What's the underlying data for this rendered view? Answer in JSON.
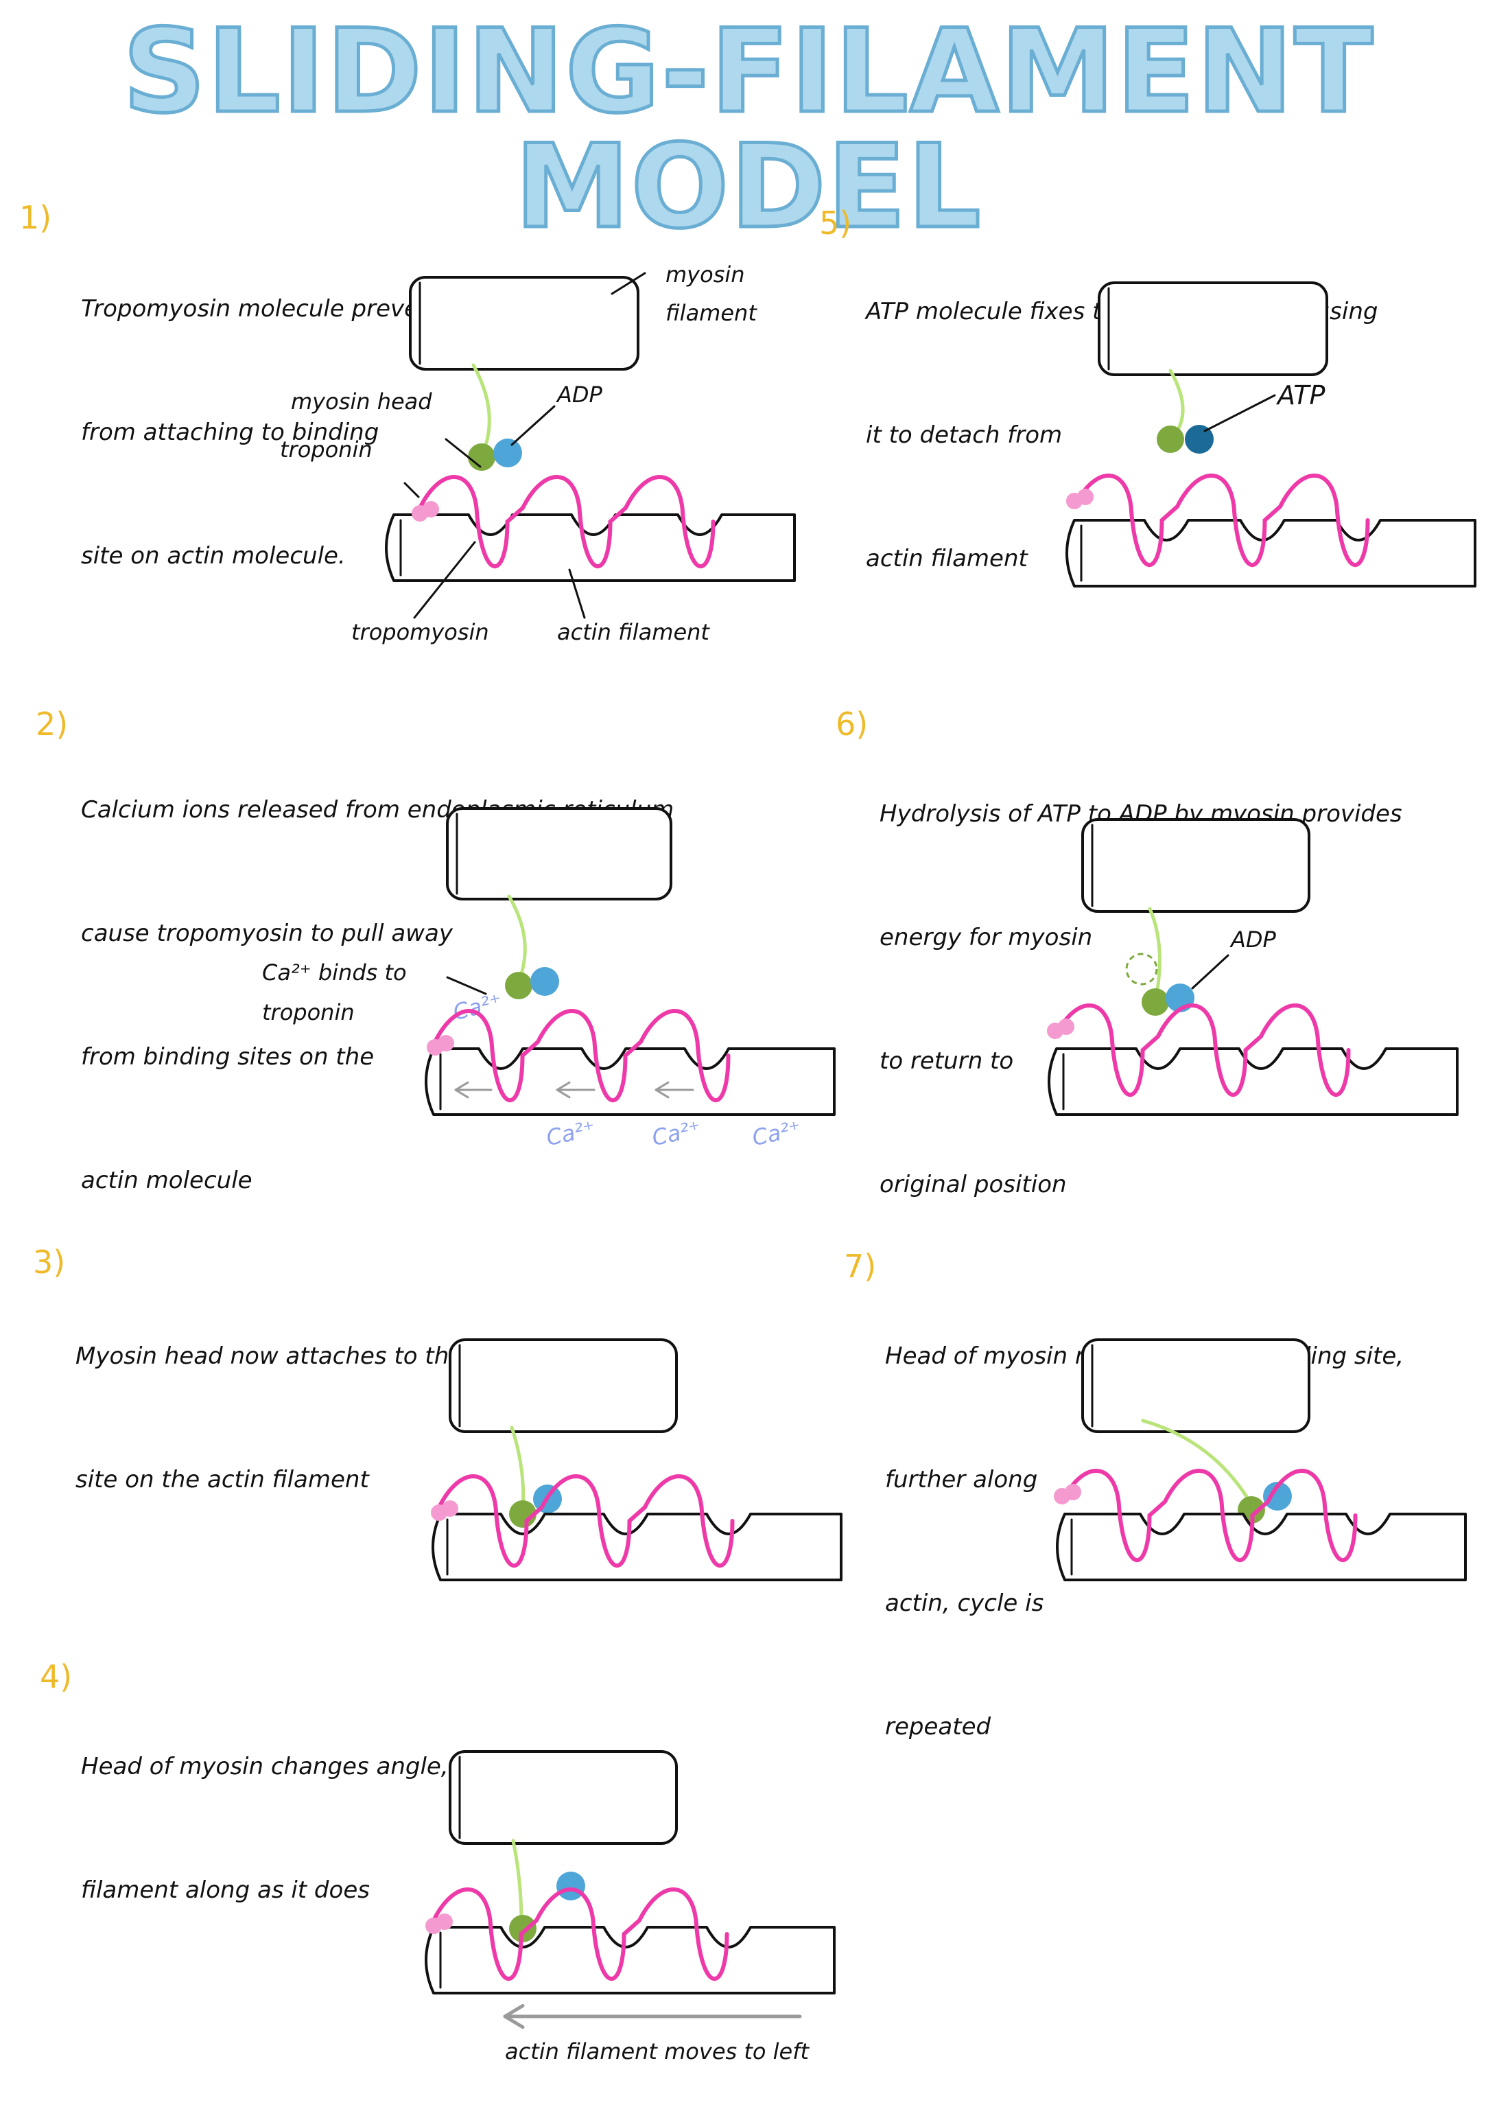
{
  "title": "SLIDING-FILAMENT MODEL",
  "colors": {
    "title_fill": "#aed8ee",
    "title_outline": "#6aaed3",
    "step_number": "#efba2a",
    "tropomyosin": "#ee3aa9",
    "troponin": "#f49ad0",
    "myosin_head": "#7ea93e",
    "myosin_neck": "#b9e47a",
    "adp": "#4ea5d8",
    "atp": "#1b6a97",
    "calcium": "#8da1f0",
    "arrow": "#9a9a9a"
  },
  "steps": [
    {
      "number": "1)",
      "text_lines": [
        "Tropomyosin molecule prevents myosin head",
        "from attaching to binding",
        "site on actin molecule."
      ]
    },
    {
      "number": "2)",
      "text_lines": [
        "Calcium ions released from endoplasmic reticulum",
        "cause tropomyosin to pull away",
        "from binding sites on the",
        "actin molecule"
      ]
    },
    {
      "number": "3)",
      "text_lines": [
        "Myosin head now attaches to the binding",
        "site on the actin filament"
      ]
    },
    {
      "number": "4)",
      "text_lines": [
        "Head of myosin changes angle, moving actin",
        "filament along as it does"
      ]
    },
    {
      "number": "5)",
      "text_lines": [
        "ATP molecule fixes to myosin head, causing",
        "it to detach from",
        "actin filament"
      ]
    },
    {
      "number": "6)",
      "text_lines": [
        "Hydrolysis of ATP to ADP by myosin provides",
        "energy for myosin",
        "to return to",
        "original position"
      ]
    },
    {
      "number": "7)",
      "text_lines": [
        "Head of myosin reattaches to a binding site,",
        "further along",
        "actin, cycle is",
        "repeated"
      ]
    }
  ],
  "labels": {
    "myosin_filament": "myosin\nfilament",
    "myosin_head": "myosin head",
    "adp_1": "ADP",
    "troponin": "troponin",
    "tropomyosin": "tropomyosin",
    "actin_filament": "actin filament",
    "atp": "ATP",
    "ca_binds": "Ca²⁺ binds to\ntroponin",
    "ca_ion": "Ca²⁺",
    "adp_6": "ADP",
    "moves_left": "actin filament moves to left"
  }
}
